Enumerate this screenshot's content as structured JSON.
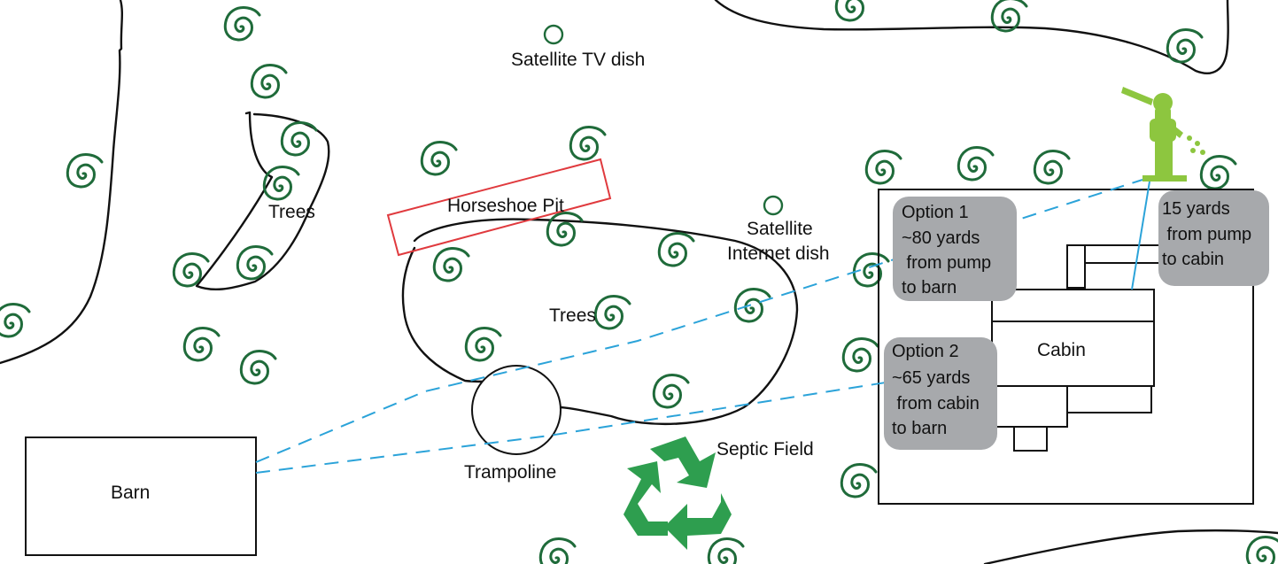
{
  "labels": {
    "satellite_tv": "Satellite TV dish",
    "horseshoe_pit": "Horseshoe Pit",
    "trees_left": "Trees",
    "trees_center": "Trees",
    "satellite_internet_1": "Satellite",
    "satellite_internet_2": "Internet dish",
    "trampoline": "Trampoline",
    "septic_field": "Septic Field",
    "barn": "Barn",
    "cabin": "Cabin"
  },
  "notes": {
    "option1": [
      "Option 1",
      "~80 yards",
      " from pump",
      "to barn"
    ],
    "option2": [
      "Option 2",
      "~65 yards",
      " from cabin",
      "to barn"
    ],
    "pump": [
      "15 yards",
      " from pump",
      "to cabin"
    ]
  },
  "colors": {
    "tree": "#1f6b3a",
    "pipe": "#2ba3d9",
    "pump": "#8dc63f",
    "note_bg": "#a7a9ac",
    "recycle": "#2e9e4f",
    "horseshoe": "#e03a3e"
  },
  "icons": {
    "tree": "spiral-tree-icon",
    "pump": "water-pump-icon",
    "septic": "recycle-icon"
  }
}
